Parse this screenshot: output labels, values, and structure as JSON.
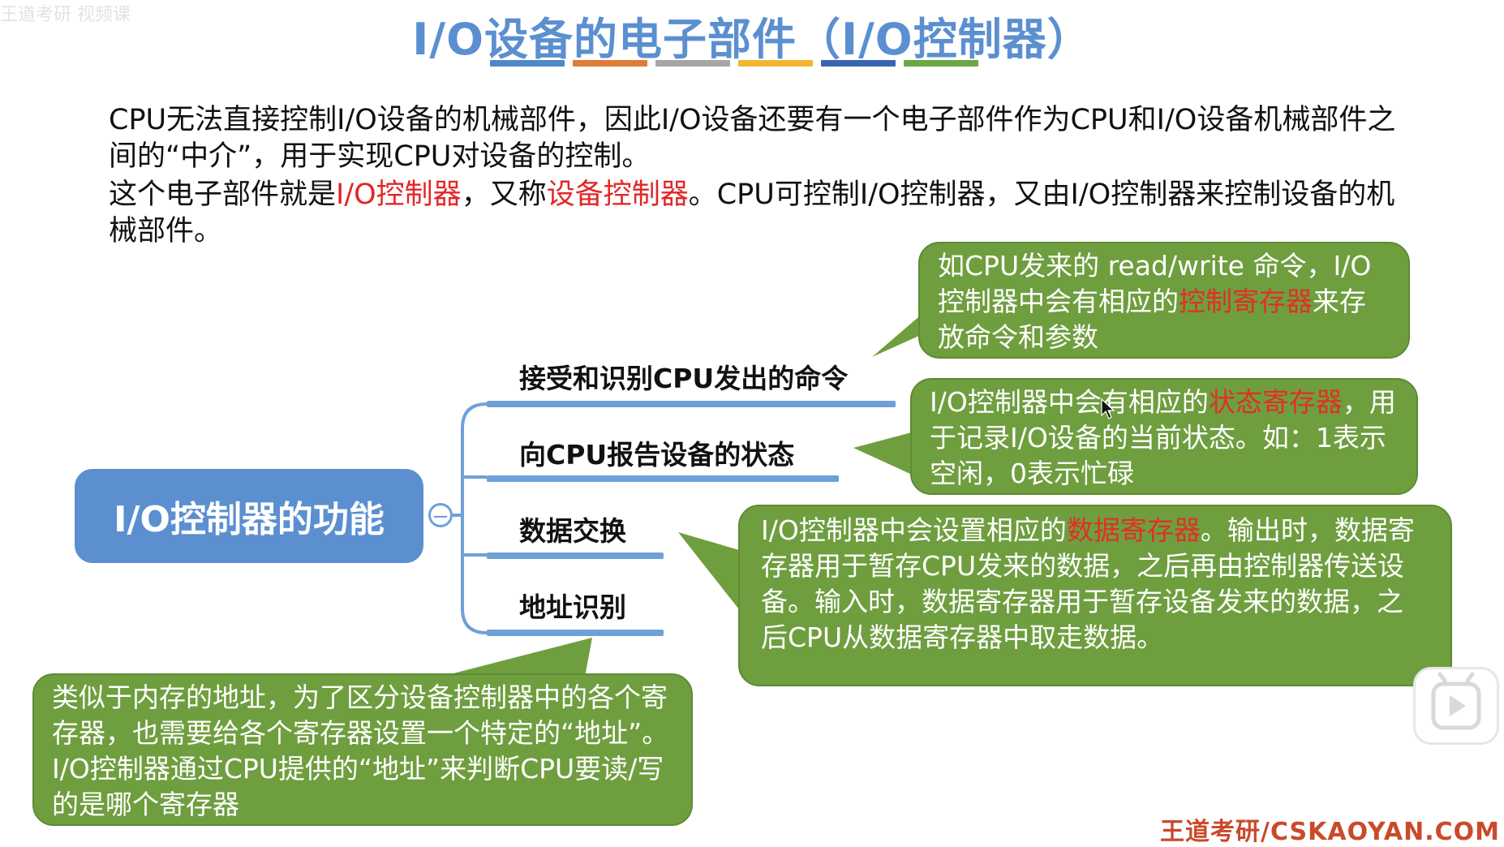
{
  "watermark": "王道考研 视频课",
  "title": "I/O设备的电子部件（I/O控制器）",
  "title_underline_colors": [
    "#4f87c9",
    "#e07b39",
    "#a6a6a6",
    "#f2b632",
    "#3a63b0",
    "#6aa845"
  ],
  "paragraph1": {
    "text": "CPU无法直接控制I/O设备的机械部件，因此I/O设备还要有一个电子部件作为CPU和I/O设备机械部件之间的“中介”，用于实现CPU对设备的控制。"
  },
  "paragraph2": {
    "t1": "这个电子部件就是",
    "h1": "I/O控制器",
    "t2": "，又称",
    "h2": "设备控制器",
    "t3": "。CPU可控制I/O控制器，又由I/O控制器来控制设备的机械部件。"
  },
  "mindmap": {
    "root": "I/O控制器的功能",
    "collapse_symbol": "−",
    "branches": [
      "接受和识别CPU发出的命令",
      "向CPU报告设备的状态",
      "数据交换",
      "地址识别"
    ]
  },
  "bubbles": {
    "b1": {
      "t1": "如CPU发来的 read/write 命令，I/O控制器中会有相应的",
      "h": "控制寄存器",
      "t2": "来存放命令和参数"
    },
    "b2": {
      "t1": "I/O控制器中会有相应的",
      "h": "状态寄存器",
      "t2": "，用于记录I/O设备的当前状态。如：1表示空闲，0表示忙碌"
    },
    "b3": {
      "t1": "I/O控制器中会设置相应的",
      "h": "数据寄存器",
      "t2": "。输出时，数据寄存器用于暂存CPU发来的数据，之后再由控制器传送设备。输入时，数据寄存器用于暂存设备发来的数据，之后CPU从数据寄存器中取走数据。"
    },
    "b4": {
      "t1": "类似于内存的地址，为了区分设备控制器中的各个寄存器，也需要给各个寄存器设置一个特定的“地址”。I/O控制器通过CPU提供的“地址”来判断CPU要读/写的是哪个寄存器"
    }
  },
  "footer": "王道考研/CSKAOYAN.COM",
  "colors": {
    "accent_blue": "#5b8fd0",
    "bubble_green": "#6f9e3f",
    "highlight_red": "#e32626"
  }
}
